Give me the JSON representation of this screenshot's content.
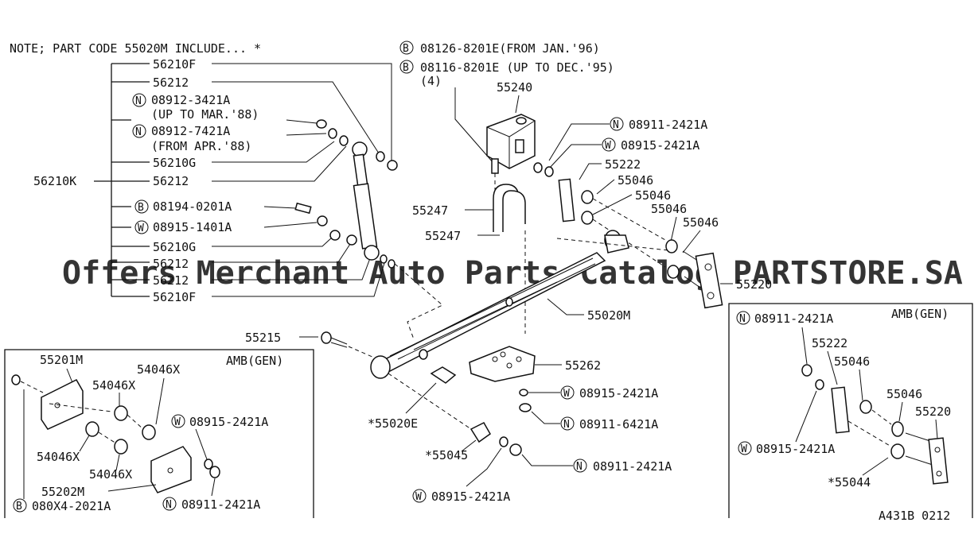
{
  "note": "NOTE; PART CODE 55020M INCLUDE... *",
  "footer_code": "A431B 0212",
  "watermark": "Offers Merchant Auto Parts Catalog PARTSTORE.SA",
  "inset_left": {
    "title": "AMB(GEN)"
  },
  "inset_right": {
    "title": "AMB(GEN)"
  },
  "bolt_prefix": "B",
  "nut_prefix": "N",
  "washer_prefix": "W",
  "labels": {
    "l56210F_a": "56210F",
    "l56212_a": "56212",
    "l08912_3421": "08912-3421A",
    "l_up_mar88": "(UP TO MAR.'88)",
    "l08912_7421": "08912-7421A",
    "l_from_apr88": "(FROM APR.'88)",
    "l56210G_a": "56210G",
    "l56212_b": "56212",
    "l56210K": "56210K",
    "l08194": "08194-0201A",
    "l08915_1401": "08915-1401A",
    "l56210G_b": "56210G",
    "l56212_c": "56212",
    "l56212_d": "56212",
    "l56210F_b": "56210F",
    "l08126": "08126-8201E(FROM JAN.'96)",
    "l08116": "08116-8201E (UP TO DEC.'95)",
    "l_qty4": "(4)",
    "l55240": "55240",
    "l08911_top": "08911-2421A",
    "l08915_top": "08915-2421A",
    "l55222": "55222",
    "l55046_a": "55046",
    "l55046_b": "55046",
    "l55046_c": "55046",
    "l55046_d": "55046",
    "l55247_a": "55247",
    "l55247_b": "55247",
    "l55220": "55220",
    "l55020M": "55020M",
    "l55215": "55215",
    "l55262": "55262",
    "l08915_mid": "08915-2421A",
    "l08911_6421": "08911-6421A",
    "l55020E": "*55020E",
    "l55045": "*55045",
    "l08911_bot": "08911-2421A",
    "l08915_bot": "08915-2421A",
    "l55201M": "55201M",
    "l54046X_a": "54046X",
    "l54046X_b": "54046X",
    "l54046X_c": "54046X",
    "l54046X_d": "54046X",
    "l08915_left": "08915-2421A",
    "l55202M": "55202M",
    "l080X4": "080X4-2021A",
    "l08911_left": "08911-2421A",
    "r08911": "08911-2421A",
    "r55222": "55222",
    "r55046_a": "55046",
    "r55046_b": "55046",
    "r55220": "55220",
    "r08915": "08915-2421A",
    "r55044": "*55044"
  }
}
